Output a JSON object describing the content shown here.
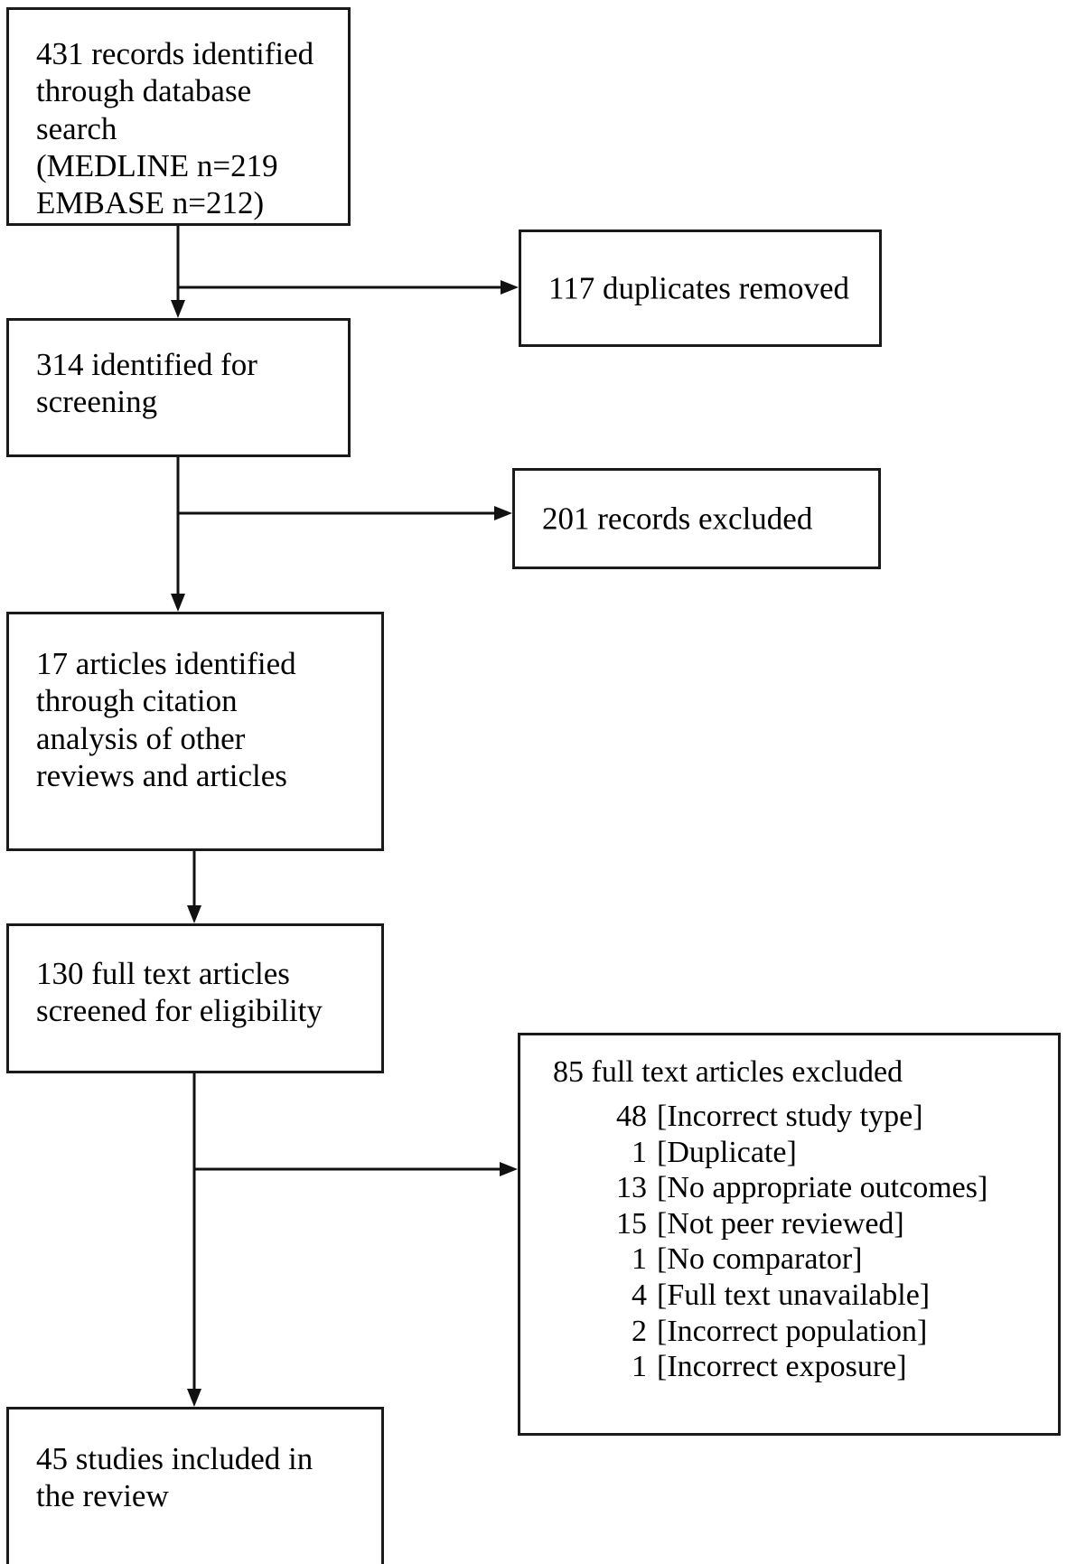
{
  "diagram": {
    "type": "prisma-flow-diagram",
    "boxes": [
      {
        "id": "identified",
        "text": "431 records identified\nthrough database search\n(MEDLINE n=219\nEMBASE n=212)"
      },
      {
        "id": "duplicates-removed",
        "text": "117 duplicates removed"
      },
      {
        "id": "screening",
        "text": "314 identified for\nscreening"
      },
      {
        "id": "records-excluded",
        "text": "201 records excluded"
      },
      {
        "id": "citation-analysis",
        "text": "17 articles identified\nthrough citation\nanalysis of other\nreviews and articles"
      },
      {
        "id": "full-text-screened",
        "text": "130 full text articles\nscreened for eligibility"
      },
      {
        "id": "included",
        "text": "45 studies included in\nthe review"
      }
    ],
    "exclusions": {
      "title": "85 full text articles excluded",
      "items": [
        {
          "count": "48",
          "reason": "[Incorrect study type]"
        },
        {
          "count": "1",
          "reason": "[Duplicate]"
        },
        {
          "count": "13",
          "reason": "[No appropriate outcomes]"
        },
        {
          "count": "15",
          "reason": "[Not peer reviewed]"
        },
        {
          "count": "1",
          "reason": "[No comparator]"
        },
        {
          "count": "4",
          "reason": "[Full text unavailable]"
        },
        {
          "count": "2",
          "reason": "[Incorrect population]"
        },
        {
          "count": "1",
          "reason": "[Incorrect exposure]"
        }
      ]
    },
    "colors": {
      "box_border": "#1a1a1a",
      "connector": "#111111",
      "text": "#000000",
      "background": "#ffffff"
    }
  }
}
